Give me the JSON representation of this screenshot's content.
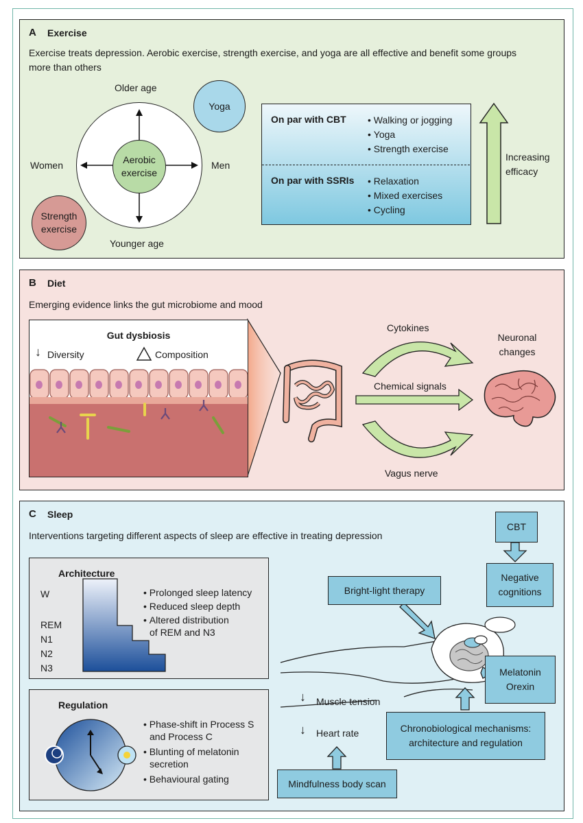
{
  "panel_a": {
    "letter": "A",
    "title": "Exercise",
    "subtitle_line1": "Exercise treats depression. Aerobic exercise, strength exercise, and yoga are all effective and benefit some groups",
    "subtitle_line2": "more than others",
    "axis_top": "Older age",
    "axis_bottom": "Younger age",
    "axis_left": "Women",
    "axis_right": "Men",
    "aerobic_line1": "Aerobic",
    "aerobic_line2": "exercise",
    "yoga": "Yoga",
    "strength_line1": "Strength",
    "strength_line2": "exercise",
    "cbt_header": "On par with CBT",
    "cbt_items": [
      "Walking or jogging",
      "Yoga",
      "Strength exercise"
    ],
    "ssri_header": "On par with SSRIs",
    "ssri_items": [
      "Relaxation",
      "Mixed exercises",
      "Cycling"
    ],
    "efficacy_line1": "Increasing",
    "efficacy_line2": "efficacy",
    "colors": {
      "background": "#e6f0dc",
      "aerobic": "#b8dba6",
      "yoga": "#a9d8ea",
      "strength": "#d69a95",
      "table_top": "#eef7fb",
      "table_bottom": "#7ec8e0"
    }
  },
  "panel_b": {
    "letter": "B",
    "title": "Diet",
    "subtitle": "Emerging evidence links the gut microbiome and mood",
    "dysbiosis_title": "Gut dysbiosis",
    "diversity": "Diversity",
    "composition": "Composition",
    "cytokines": "Cytokines",
    "chemical_signals": "Chemical signals",
    "vagus_nerve": "Vagus nerve",
    "neuronal_line1": "Neuronal",
    "neuronal_line2": "changes",
    "colors": {
      "background": "#f7e2df",
      "arrow": "#c9e6a8",
      "tissue": "#c9716f",
      "cells": "#f5c9bf"
    }
  },
  "panel_c": {
    "letter": "C",
    "title": "Sleep",
    "subtitle": "Interventions targeting different aspects of sleep are effective in treating depression",
    "architecture": {
      "title": "Architecture",
      "stages": [
        "W",
        "REM",
        "N1",
        "N2",
        "N3"
      ],
      "items": [
        "Prolonged sleep latency",
        "Reduced sleep depth",
        "Altered distribution"
      ],
      "item3_cont": "of REM and N3"
    },
    "regulation": {
      "title": "Regulation",
      "items": [
        "Phase-shift in Process S"
      ],
      "item1_cont": "and Process C",
      "item2": "Blunting of melatonin",
      "item2_cont": "secretion",
      "item3": "Behavioural gating"
    },
    "cbt": "CBT",
    "negative_line1": "Negative",
    "negative_line2": "cognitions",
    "bright_light": "Bright-light therapy",
    "melatonin": "Melatonin",
    "orexin": "Orexin",
    "muscle_tension": "Muscle tension",
    "heart_rate": "Heart rate",
    "chrono_line1": "Chronobiological mechanisms:",
    "chrono_line2": "architecture and regulation",
    "mindfulness": "Mindfulness body scan",
    "colors": {
      "background": "#dff0f5",
      "box": "#8fcbe0",
      "grey": "#e6e7e8"
    }
  }
}
